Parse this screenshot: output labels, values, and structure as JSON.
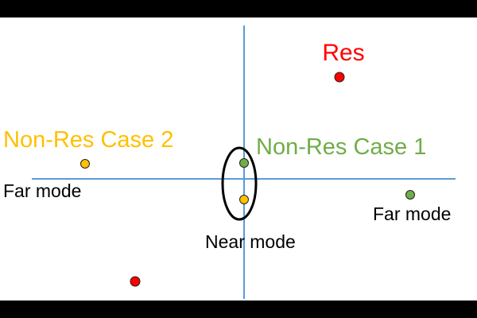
{
  "colors": {
    "background": "#ffffff",
    "letterbox": "#000000",
    "axis": "#5b9bd5",
    "res": "#ff0000",
    "case1": "#70ad47",
    "case2": "#ffc000",
    "text": "#000000",
    "ellipse": "#000000"
  },
  "labels": {
    "res": "Res",
    "case1": "Non-Res Case 1",
    "case2": "Non-Res Case 2",
    "far_mode_left": "Far mode",
    "far_mode_right": "Far mode",
    "near_mode": "Near mode"
  }
}
